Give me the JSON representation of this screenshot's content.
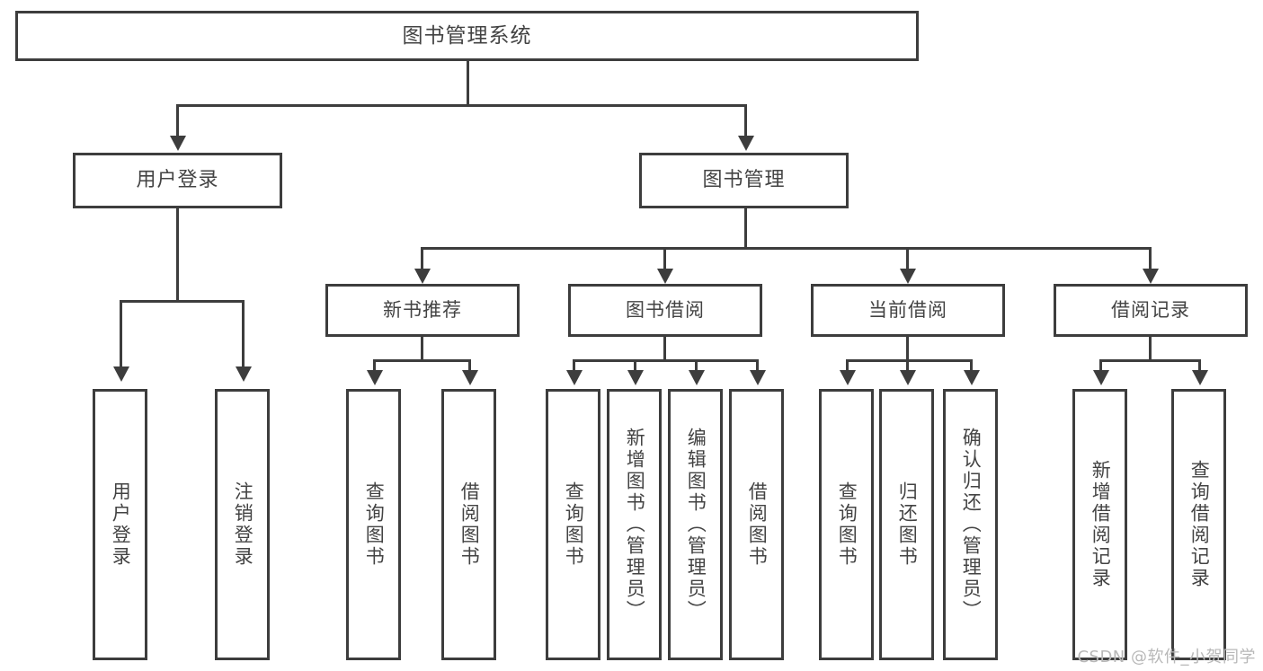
{
  "diagram": {
    "type": "tree-hierarchy-chart",
    "title": "图书管理系统",
    "watermark": "CSDN @软件_小贺同学",
    "colors": {
      "stroke": "#3d3d3d",
      "text": "#434343",
      "background": "#ffffff",
      "watermark": "#b8b8b8"
    },
    "nodes": {
      "root": {
        "label": "图书管理系统"
      },
      "level2": [
        {
          "label": "用户登录"
        },
        {
          "label": "图书管理"
        }
      ],
      "level3": [
        {
          "label": "新书推荐"
        },
        {
          "label": "图书借阅"
        },
        {
          "label": "当前借阅"
        },
        {
          "label": "借阅记录"
        }
      ],
      "leaves": {
        "user_login": [
          {
            "label": "用户登录"
          },
          {
            "label": "注销登录"
          }
        ],
        "new_book_recommend": [
          {
            "label": "查询图书"
          },
          {
            "label": "借阅图书"
          }
        ],
        "book_borrow": [
          {
            "label": "查询图书"
          },
          {
            "label": "新增图书（管理员）"
          },
          {
            "label": "编辑图书（管理员）"
          },
          {
            "label": "借阅图书"
          }
        ],
        "current_borrow": [
          {
            "label": "查询图书"
          },
          {
            "label": "归还图书"
          },
          {
            "label": "确认归还（管理员）"
          }
        ],
        "borrow_record": [
          {
            "label": "新增借阅记录"
          },
          {
            "label": "查询借阅记录"
          }
        ]
      }
    }
  }
}
